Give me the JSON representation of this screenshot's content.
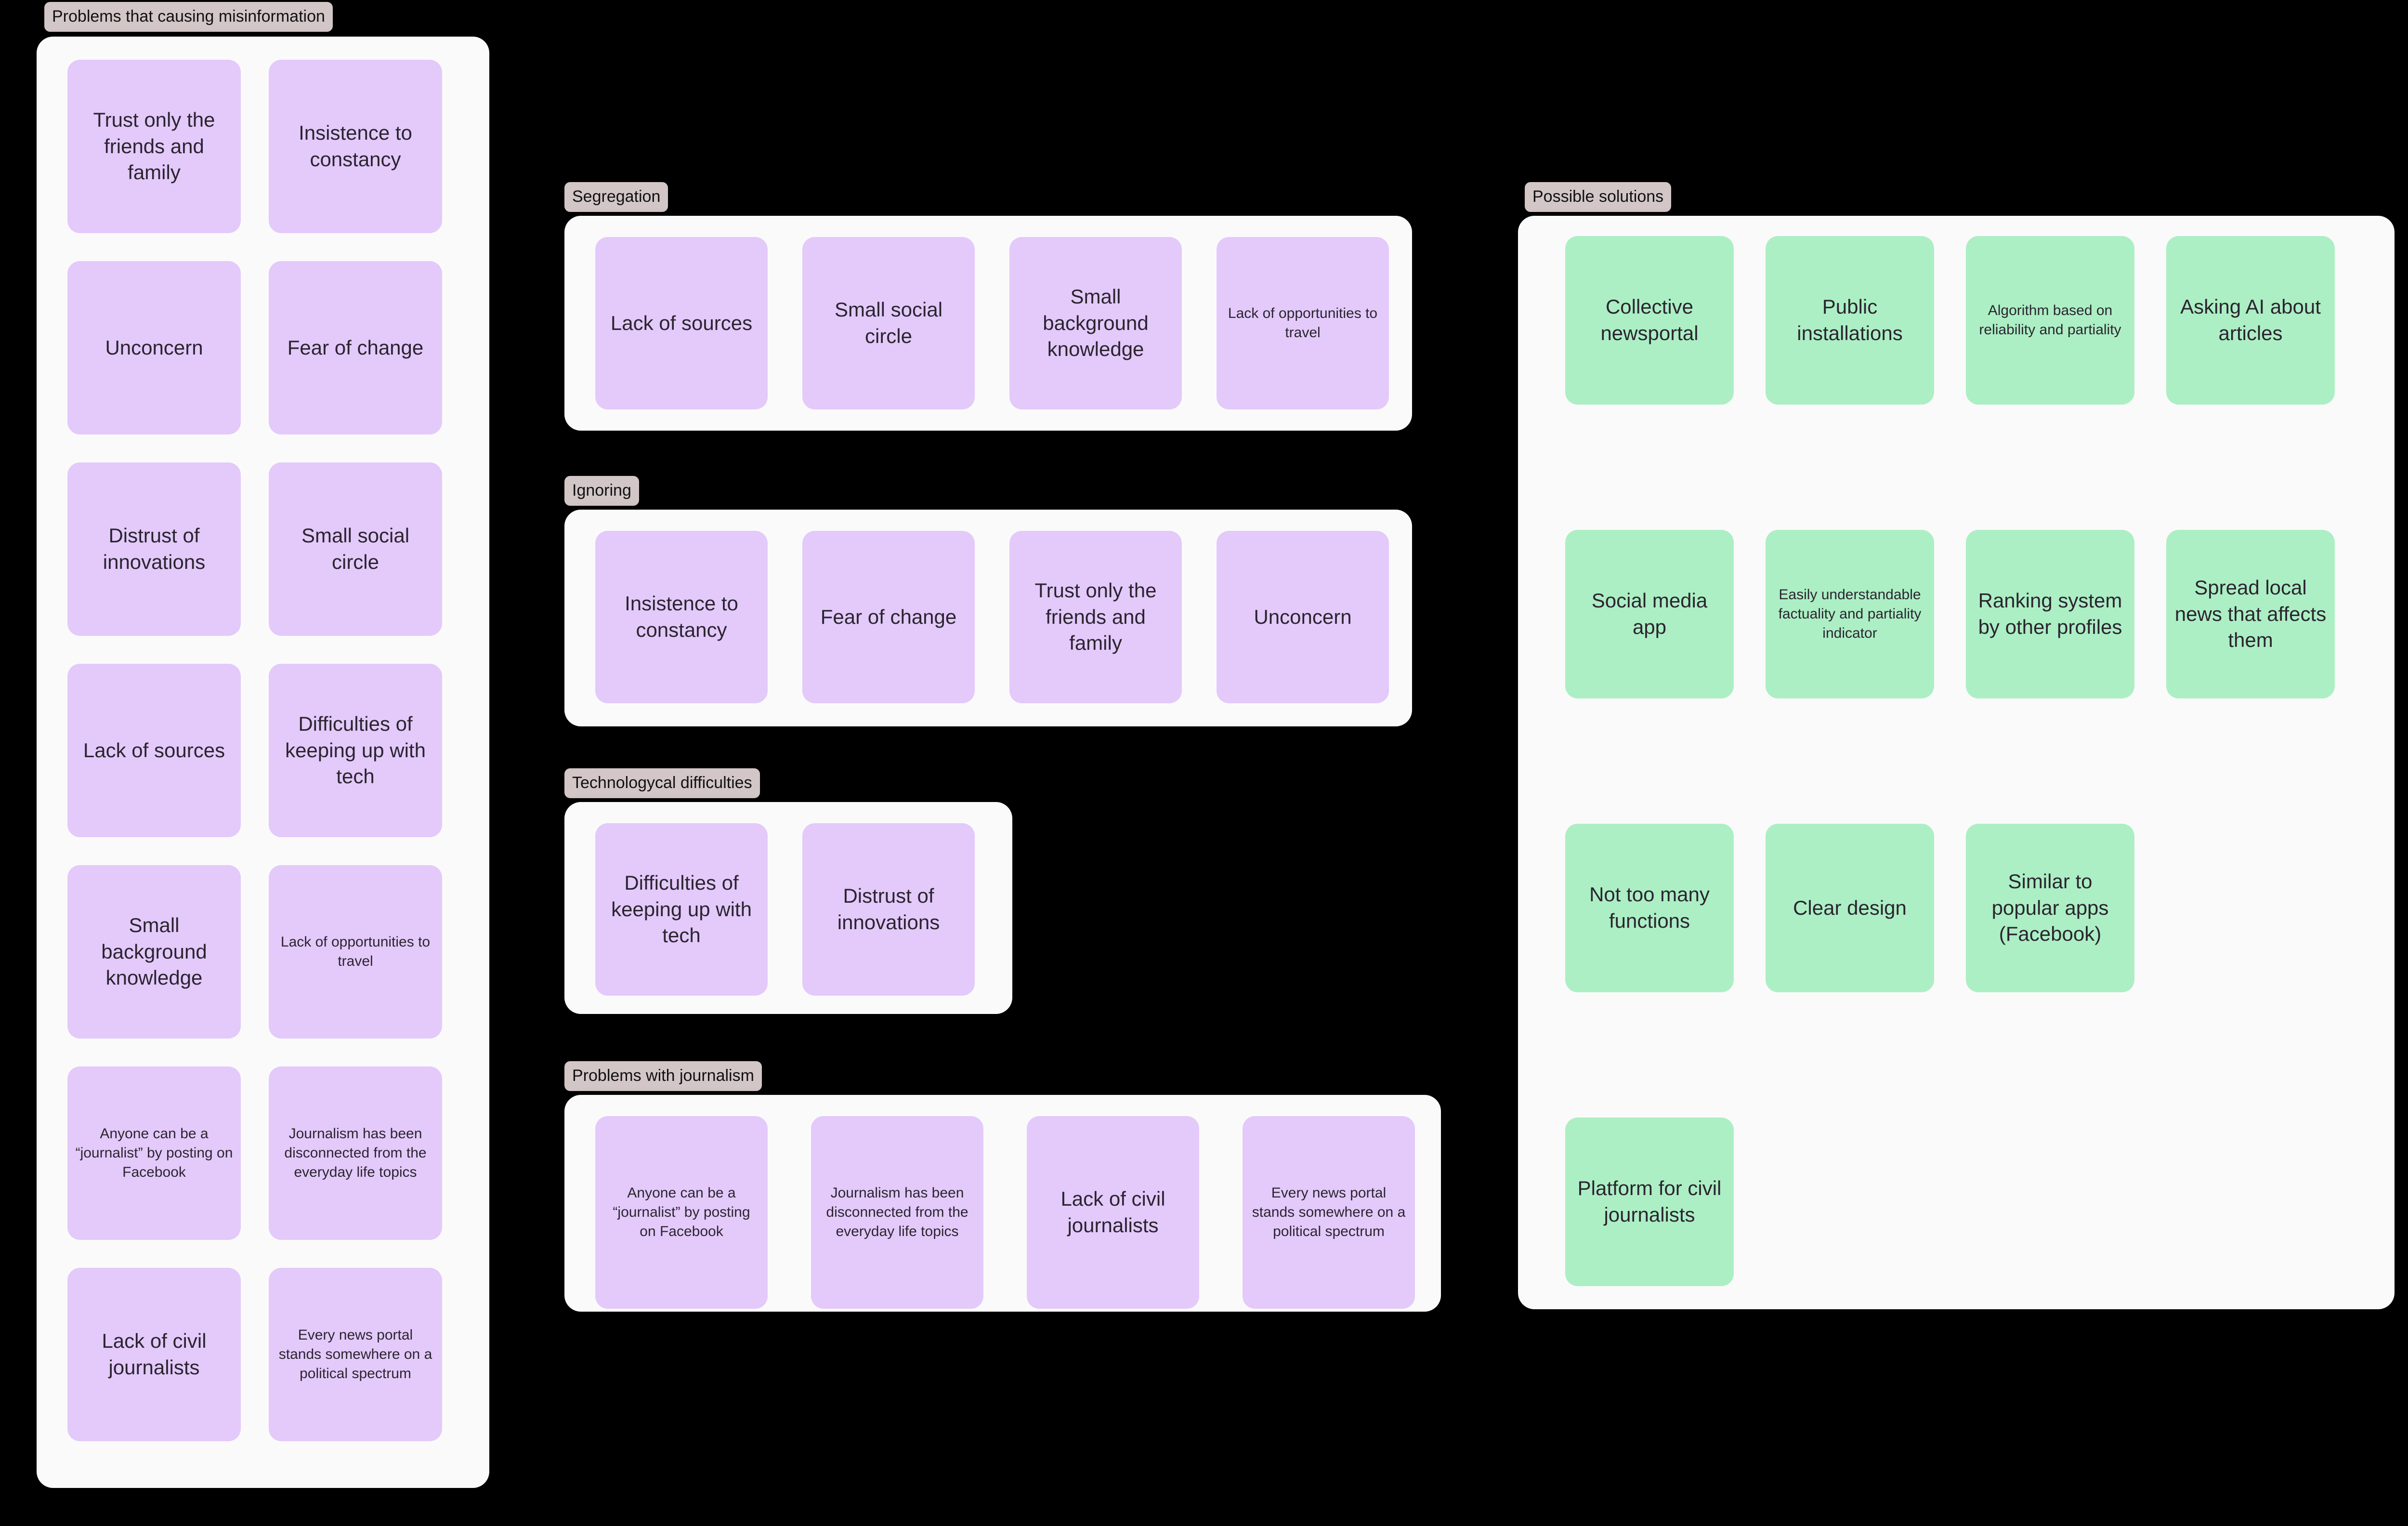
{
  "board": {
    "background": "#000000",
    "card_purple": "#E3CAFA",
    "card_green": "#ACEFC4",
    "frame_background": "#FBFAFB",
    "label_background": "#D2C6C6"
  },
  "frames": [
    {
      "id": "problems",
      "label": "Problems that causing misinformation",
      "cards": [
        {
          "text": "Trust only the friends and family",
          "color": "purple",
          "size": "md"
        },
        {
          "text": "Insistence to constancy",
          "color": "purple",
          "size": "md"
        },
        {
          "text": "Unconcern",
          "color": "purple",
          "size": "md"
        },
        {
          "text": "Fear of change",
          "color": "purple",
          "size": "md"
        },
        {
          "text": "Distrust of innovations",
          "color": "purple",
          "size": "md"
        },
        {
          "text": "Small social circle",
          "color": "purple",
          "size": "md"
        },
        {
          "text": "Lack of sources",
          "color": "purple",
          "size": "md"
        },
        {
          "text": "Difficulties of keeping up with tech",
          "color": "purple",
          "size": "md"
        },
        {
          "text": "Small background knowledge",
          "color": "purple",
          "size": "md"
        },
        {
          "text": "Lack of opportunities to travel",
          "color": "purple",
          "size": "sm"
        },
        {
          "text": "Anyone can be a “journalist” by posting on Facebook",
          "color": "purple",
          "size": "sm"
        },
        {
          "text": "Journalism has been disconnected from the everyday life topics",
          "color": "purple",
          "size": "sm"
        },
        {
          "text": "Lack of civil journalists",
          "color": "purple",
          "size": "md"
        },
        {
          "text": "Every news portal stands somewhere on a political spectrum",
          "color": "purple",
          "size": "sm"
        }
      ]
    },
    {
      "id": "segregation",
      "label": "Segregation",
      "cards": [
        {
          "text": "Lack of sources",
          "color": "purple",
          "size": "md"
        },
        {
          "text": "Small social circle",
          "color": "purple",
          "size": "md"
        },
        {
          "text": "Small background knowledge",
          "color": "purple",
          "size": "md"
        },
        {
          "text": "Lack of opportunities to travel",
          "color": "purple",
          "size": "sm"
        }
      ]
    },
    {
      "id": "ignoring",
      "label": "Ignoring",
      "cards": [
        {
          "text": "Insistence to constancy",
          "color": "purple",
          "size": "md"
        },
        {
          "text": "Fear of change",
          "color": "purple",
          "size": "md"
        },
        {
          "text": "Trust only the friends and family",
          "color": "purple",
          "size": "md"
        },
        {
          "text": "Unconcern",
          "color": "purple",
          "size": "md"
        }
      ]
    },
    {
      "id": "tech",
      "label": "Technologycal difficulties",
      "cards": [
        {
          "text": "Difficulties of keeping up with tech",
          "color": "purple",
          "size": "md"
        },
        {
          "text": "Distrust of innovations",
          "color": "purple",
          "size": "md"
        }
      ]
    },
    {
      "id": "journalism",
      "label": "Problems with journalism",
      "cards": [
        {
          "text": "Anyone can be a “journalist” by posting on Facebook",
          "color": "purple",
          "size": "sm"
        },
        {
          "text": "Journalism has been disconnected from the everyday life topics",
          "color": "purple",
          "size": "sm"
        },
        {
          "text": "Lack of civil journalists",
          "color": "purple",
          "size": "md"
        },
        {
          "text": "Every news portal stands somewhere on a political spectrum",
          "color": "purple",
          "size": "sm"
        }
      ]
    },
    {
      "id": "solutions",
      "label": "Possible solutions",
      "cards": [
        {
          "text": "Collective newsportal",
          "color": "green",
          "size": "md"
        },
        {
          "text": "Public installations",
          "color": "green",
          "size": "md"
        },
        {
          "text": "Algorithm based on reliability and partiality",
          "color": "green",
          "size": "sm"
        },
        {
          "text": "Asking AI about articles",
          "color": "green",
          "size": "md"
        },
        {
          "text": "Social media app",
          "color": "green",
          "size": "md"
        },
        {
          "text": "Easily understandable factuality and partiality indicator",
          "color": "green",
          "size": "sm"
        },
        {
          "text": "Ranking system by other profiles",
          "color": "green",
          "size": "md"
        },
        {
          "text": "Spread local news that affects them",
          "color": "green",
          "size": "md"
        },
        {
          "text": "Not too many functions",
          "color": "green",
          "size": "md"
        },
        {
          "text": "Clear design",
          "color": "green",
          "size": "md"
        },
        {
          "text": "Similar to popular apps (Facebook)",
          "color": "green",
          "size": "md"
        },
        {
          "text": "Platform for civil journalists",
          "color": "green",
          "size": "md"
        }
      ]
    }
  ]
}
